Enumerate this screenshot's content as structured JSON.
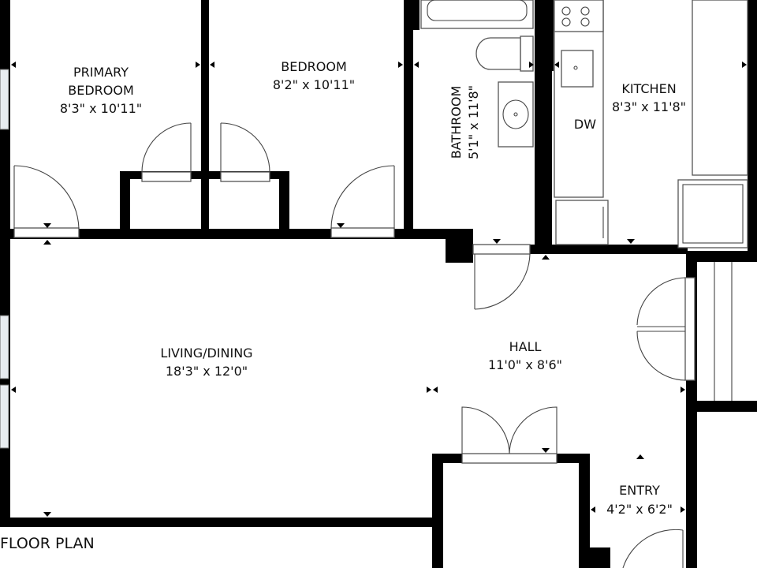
{
  "title": "FLOOR PLAN",
  "rooms": {
    "primary_bedroom": {
      "name_line1": "PRIMARY",
      "name_line2": "BEDROOM",
      "size": "8'3\" x 10'11\""
    },
    "bedroom": {
      "name": "BEDROOM",
      "size": "8'2\" x 10'11\""
    },
    "bathroom": {
      "name": "BATHROOM",
      "size": "5'1\" x 11'8\""
    },
    "kitchen": {
      "name": "KITCHEN",
      "size": "8'3\" x 11'8\""
    },
    "living_dining": {
      "name": "LIVING/DINING",
      "size": "18'3\" x 12'0\""
    },
    "hall": {
      "name": "HALL",
      "size": "11'0\" x 8'6\""
    },
    "entry": {
      "name": "ENTRY",
      "size": "4'2\" x 6'2\""
    }
  },
  "fixtures": {
    "dishwasher": "DW"
  },
  "colors": {
    "wall": "#000000",
    "background": "#ffffff",
    "window": "#e8ecf0"
  }
}
